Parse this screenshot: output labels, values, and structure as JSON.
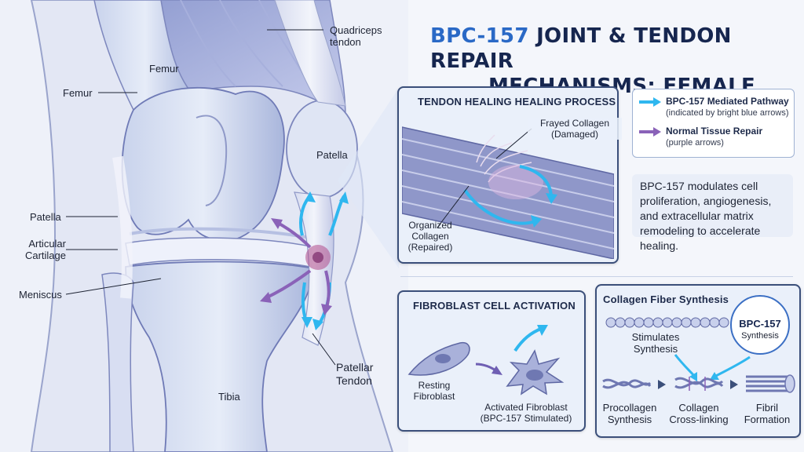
{
  "title": {
    "line1_accent": "BPC-157",
    "line1_rest": " JOINT & TENDON REPAIR",
    "line2": "MECHANISMS: FEMALE KNEE"
  },
  "knee_labels": {
    "quadriceps_tendon": "Quadriceps\ntendon",
    "femur_top": "Femur",
    "femur_left": "Femur",
    "patella_inside": "Patella",
    "patella_left": "Patella",
    "articular_cartilage": "Articular\nCartilage",
    "meniscus": "Meniscus",
    "tibia": "Tibia",
    "patellar_tendon": "Patellar\nTendon"
  },
  "tendon_panel": {
    "heading": "TENDON HEALING HEALING PROCESS",
    "frayed": "Frayed Collagen\n(Damaged)",
    "organized": "Organized\nCollagen\n(Repaired)"
  },
  "legend": {
    "bpc_title": "BPC-157 Mediated Pathway",
    "bpc_sub": "(indicated by bright blue arrows)",
    "normal_title": "Normal Tissue Repair",
    "normal_sub": "(purple arrows)",
    "bpc_color": "#2fb7ef",
    "normal_color": "#8a62b8"
  },
  "description": "BPC-157 modulates cell proliferation, angiogenesis, and extracellular matrix remodeling to accelerate healing.",
  "fibroblast_panel": {
    "heading": "FIBROBLAST CELL ACTIVATION",
    "resting": "Resting\nFibroblast",
    "activated": "Activated Fibroblast\n(BPC-157 Stimulated)"
  },
  "collagen_panel": {
    "heading": "Collagen Fiber Synthesis",
    "stimulates": "Stimulates\nSynthesis",
    "bpc_badge": "BPC-157",
    "bpc_badge_sub": "Synthesis",
    "procollagen": "Procollagen\nSynthesis",
    "crosslinking": "Collagen\nCross-linking",
    "fibril": "Fibril\nFormation"
  }
}
